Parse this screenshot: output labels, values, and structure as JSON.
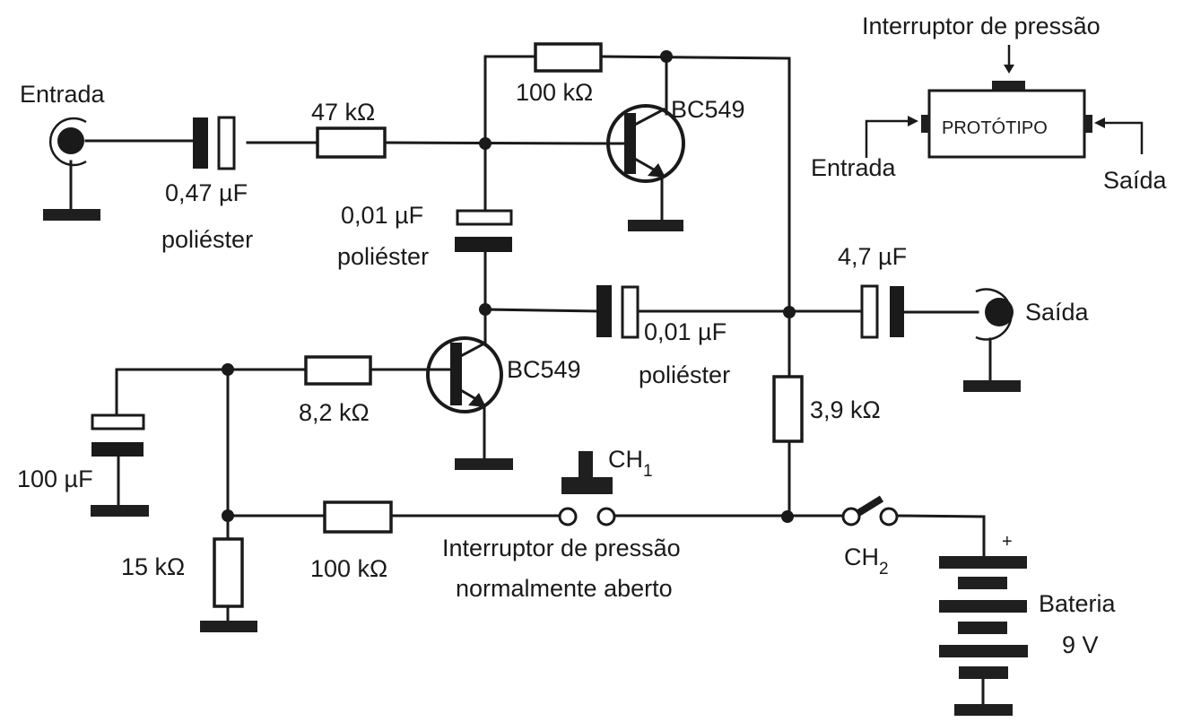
{
  "diagram": {
    "input_jack": {
      "label": "Entrada",
      "icon": "rca-jack-icon"
    },
    "output_jack": {
      "label": "Saída",
      "icon": "rca-jack-icon"
    },
    "capacitors": {
      "c_input": {
        "value": "0,47 µF",
        "type": "poliéster"
      },
      "c_feedback": {
        "value": "0,01 µF",
        "type": "poliéster"
      },
      "c_coupling": {
        "value": "0,01 µF",
        "type": "poliéster"
      },
      "c_output": {
        "value": "4,7 µF"
      },
      "c_bypass": {
        "value": "100 µF"
      }
    },
    "resistors": {
      "r_input": {
        "value": "47 kΩ"
      },
      "r_feedback": {
        "value": "100 kΩ"
      },
      "r_base2": {
        "value": "8,2 kΩ"
      },
      "r_collector": {
        "value": "3,9 kΩ"
      },
      "r_bias_ground": {
        "value": "15 kΩ"
      },
      "r_bias": {
        "value": "100 kΩ"
      }
    },
    "transistors": {
      "q1": {
        "model": "BC549"
      },
      "q2": {
        "model": "BC549"
      }
    },
    "switches": {
      "ch1": {
        "name": "CH",
        "subscript": "1",
        "caption_line1": "Interruptor de pressão",
        "caption_line2": "normalmente aberto"
      },
      "ch2": {
        "name": "CH",
        "subscript": "2"
      }
    },
    "battery": {
      "label": "Bateria",
      "voltage": "9 V",
      "polarity": "+"
    },
    "prototype_inset": {
      "box_label": "PROTÓTIPO",
      "top_label": "Interruptor de pressão",
      "left_label": "Entrada",
      "right_label": "Saída"
    }
  }
}
